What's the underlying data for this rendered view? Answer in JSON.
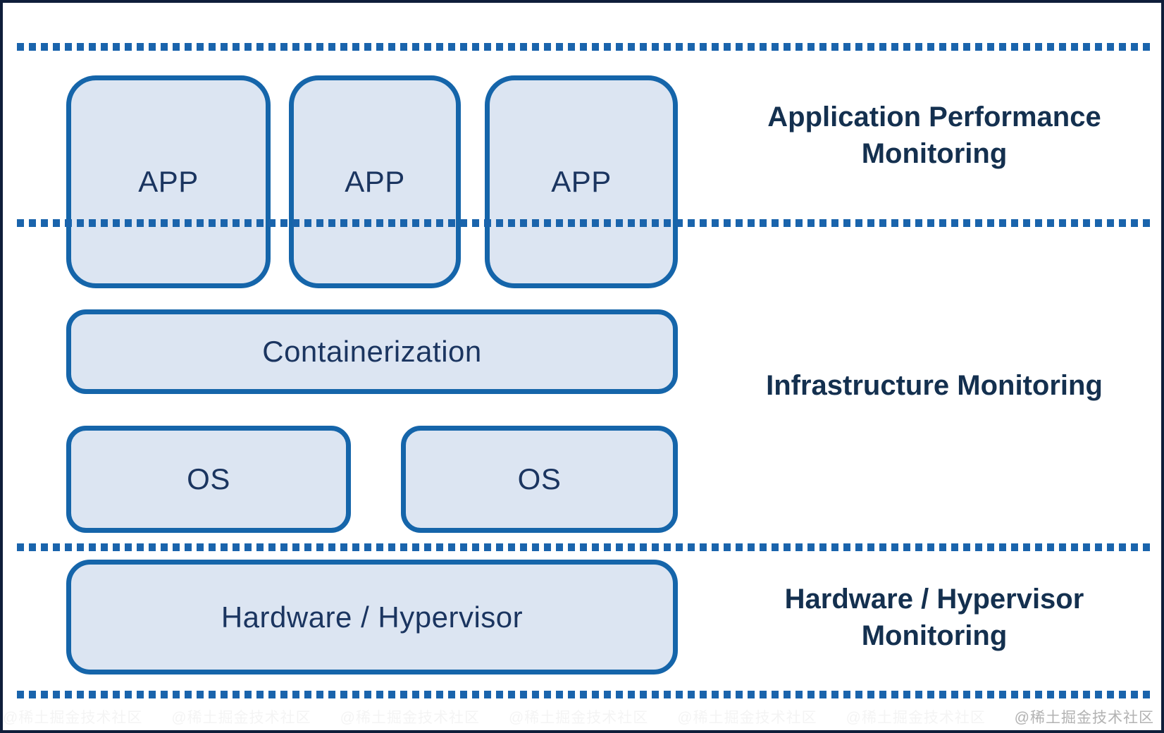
{
  "diagram": {
    "app_boxes": [
      "APP",
      "APP",
      "APP"
    ],
    "containerization_label": "Containerization",
    "os_boxes": [
      "OS",
      "OS"
    ],
    "hardware_label": "Hardware / Hypervisor",
    "zone_labels": {
      "application": "Application Performance Monitoring",
      "infrastructure": "Infrastructure Monitoring",
      "hardware": "Hardware / Hypervisor Monitoring"
    },
    "colors": {
      "box_border": "#1565aa",
      "box_fill": "#dce5f2",
      "box_text": "#1b3560",
      "label_text": "#14304f",
      "dot": "#1a64ac",
      "frame": "#0f1e3a",
      "watermark": "#b3b3b3"
    }
  },
  "page": {
    "watermark": "@稀土掘金技术社区"
  }
}
